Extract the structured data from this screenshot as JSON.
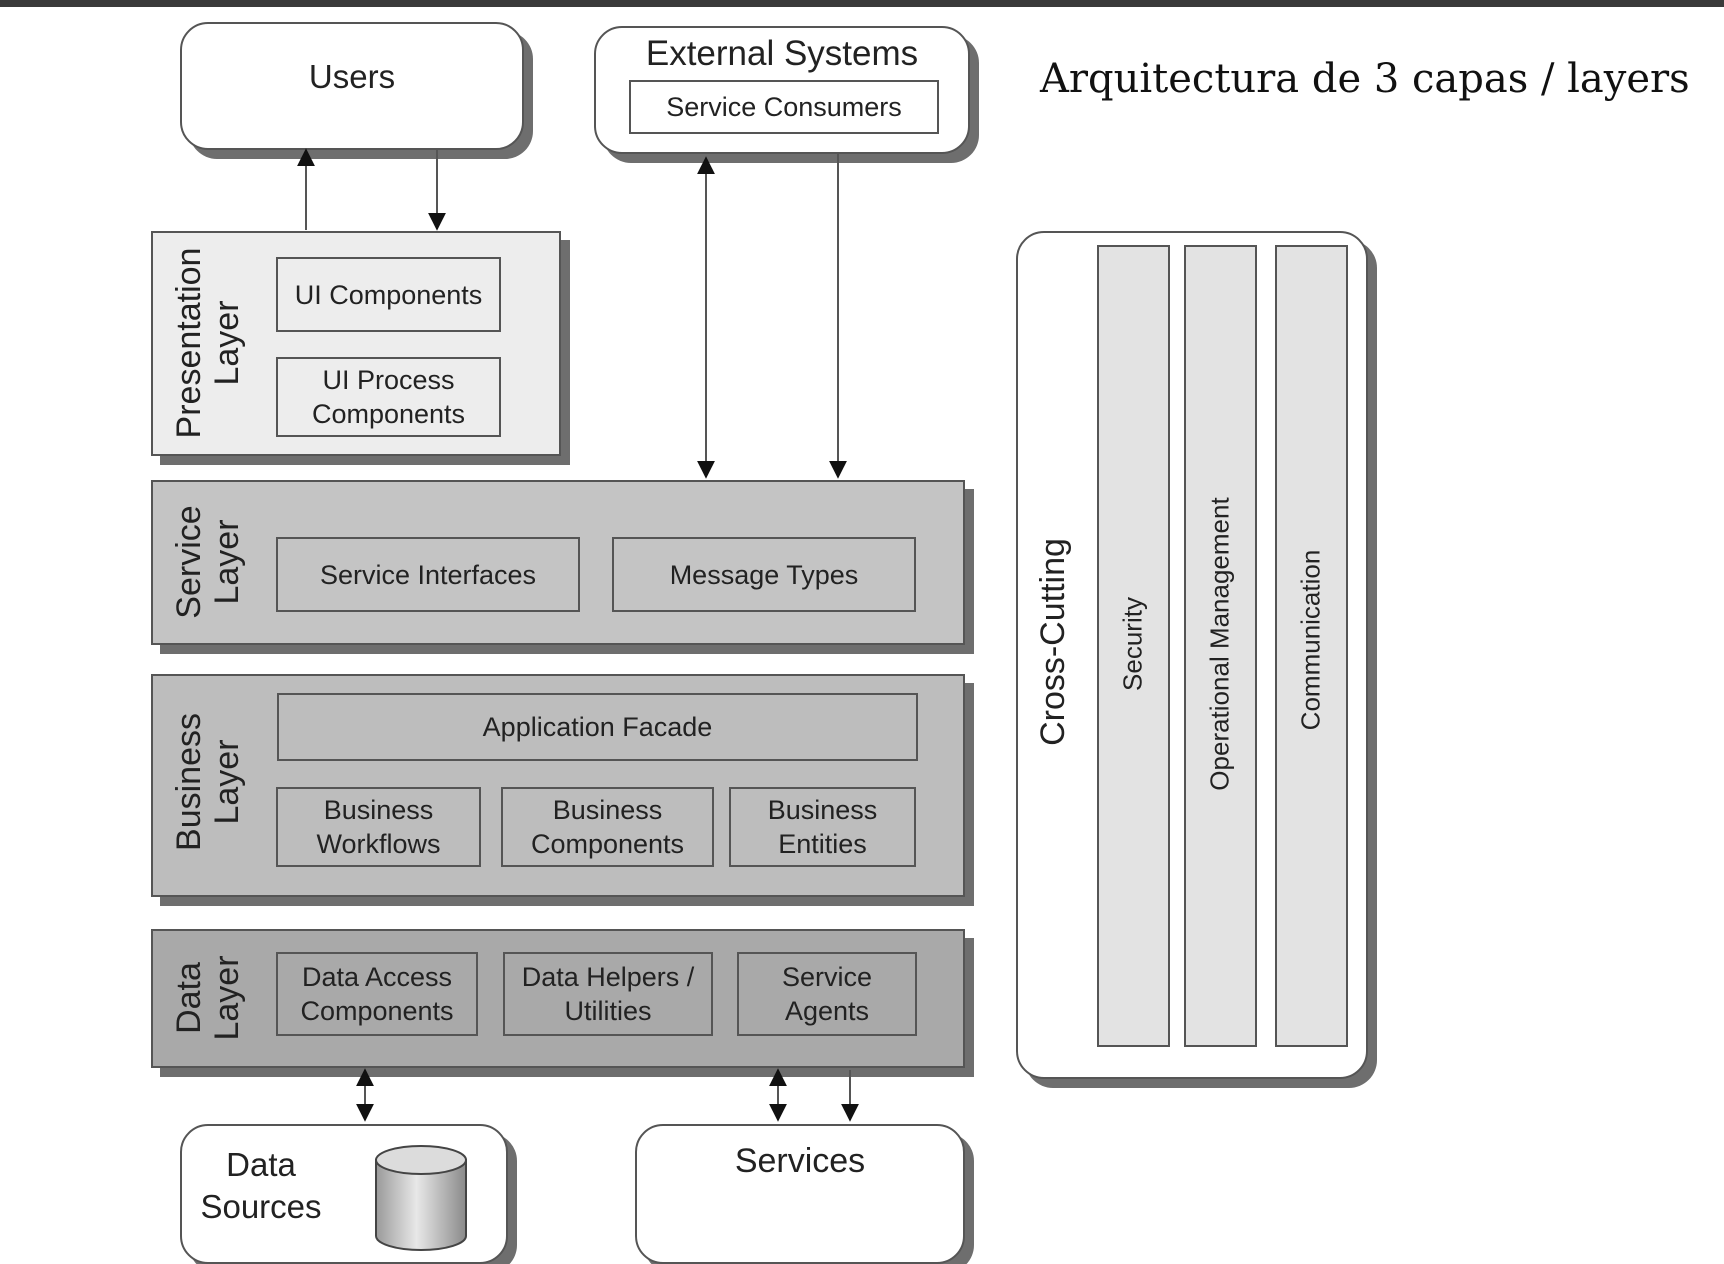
{
  "title": "Arquitectura de 3 capas / layers",
  "top": {
    "users": "Users",
    "external_systems": "External Systems",
    "service_consumers": "Service Consumers"
  },
  "presentation": {
    "label": "Presentation\nLayer",
    "ui_components": "UI Components",
    "ui_process_components": "UI Process\nComponents"
  },
  "service": {
    "label": "Service\nLayer",
    "service_interfaces": "Service Interfaces",
    "message_types": "Message Types"
  },
  "business": {
    "label": "Business\nLayer",
    "application_facade": "Application Facade",
    "business_workflows": "Business\nWorkflows",
    "business_components": "Business\nComponents",
    "business_entities": "Business\nEntities"
  },
  "data": {
    "label": "Data\nLayer",
    "data_access_components": "Data Access\nComponents",
    "data_helpers_utilities": "Data Helpers /\nUtilities",
    "service_agents": "Service\nAgents"
  },
  "bottom": {
    "data_sources": "Data\nSources",
    "services": "Services"
  },
  "cross_cutting": {
    "label": "Cross-Cutting",
    "security": "Security",
    "operational_management": "Operational Management",
    "communication": "Communication"
  },
  "colors": {
    "presentation_fill": "#ededed",
    "service_fill": "#c4c4c4",
    "business_fill": "#bdbdbd",
    "data_fill": "#a9a9a9",
    "strip_fill": "#e3e3e3"
  }
}
